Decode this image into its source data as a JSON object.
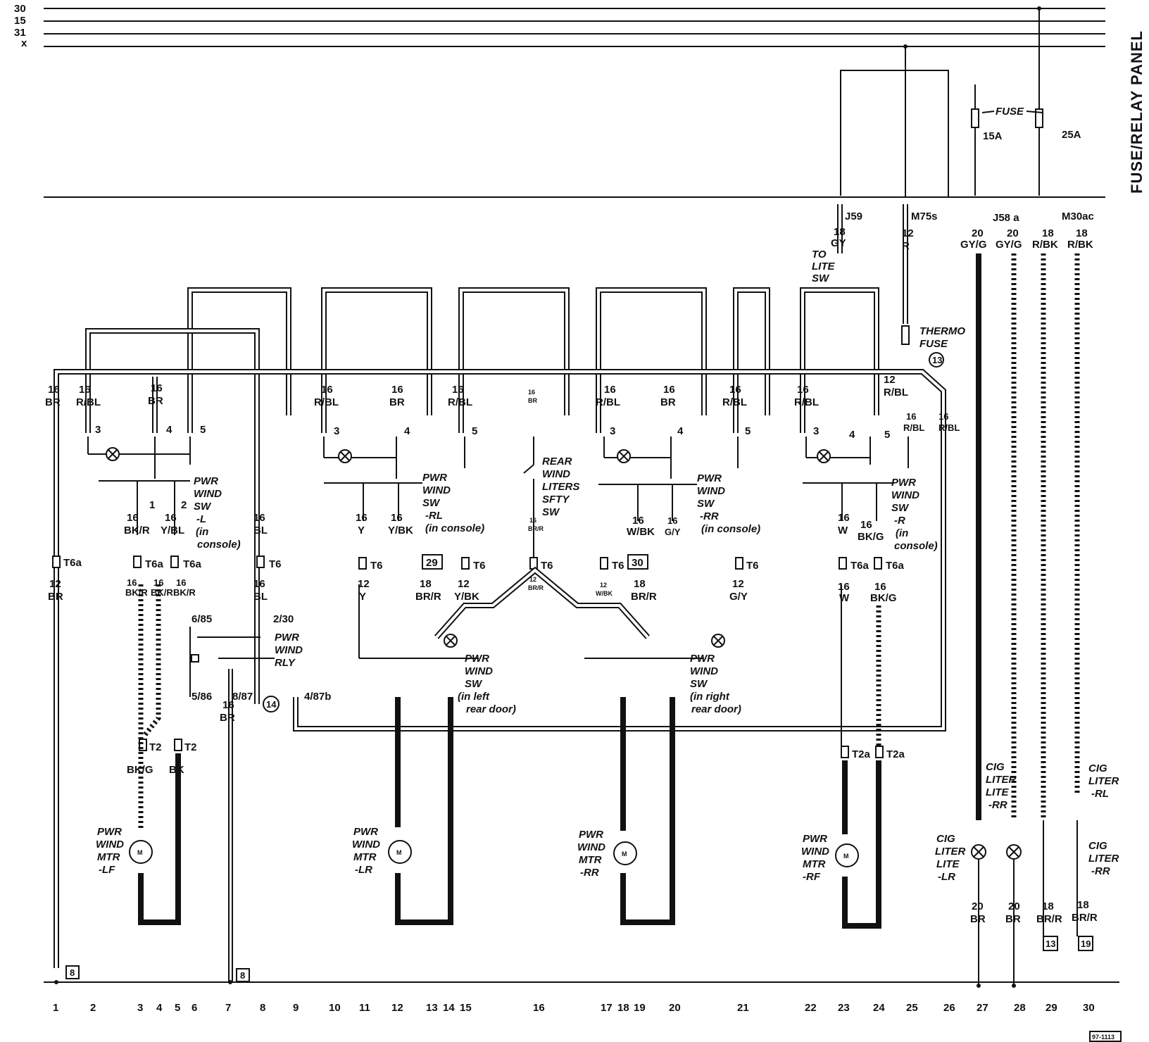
{
  "bus": {
    "lines": [
      "30",
      "15",
      "31",
      "x"
    ]
  },
  "panel_label": "FUSE/RELAY PANEL",
  "fuses": {
    "word": "FUSE",
    "a_rating": "15A",
    "b_rating": "25A"
  },
  "terminals": {
    "j59": "J59",
    "m75s": "M75s",
    "j58a": "J58 a",
    "m30ac": "M30ac"
  },
  "wire_labels": {
    "w18_gy": [
      "18",
      "GY"
    ],
    "w12_r": [
      "12",
      "R"
    ],
    "w20_gyg_a": [
      "20",
      "GY/G"
    ],
    "w20_gyg_b": [
      "20",
      "GY/G"
    ],
    "w18_rbk_a": [
      "18",
      "R/BK"
    ],
    "w18_rbk_b": [
      "18",
      "R/BK"
    ],
    "to_lite_sw": [
      "TO",
      "LITE",
      "SW"
    ],
    "thermo_fuse": [
      "THERMO",
      "FUSE"
    ],
    "thermo_ref": "13",
    "w12_rbl": [
      "12",
      "R/BL"
    ],
    "w16_rbl_r": [
      "16",
      "R/BL"
    ],
    "w16_rbl_far": [
      "16",
      "R/BL"
    ]
  },
  "switch_top": {
    "left": [
      "16",
      "BR",
      "16",
      "R/BL",
      "16",
      "BR"
    ],
    "rl": [
      "16",
      "R/BL",
      "16",
      "BR",
      "16",
      "R/BL"
    ],
    "mid": [
      "16",
      "BR"
    ],
    "rr": [
      "16",
      "R/BL",
      "16",
      "BR",
      "16",
      "R/BL"
    ],
    "right": [
      "16",
      "R/BL"
    ]
  },
  "pin_numbers": [
    "3",
    "4",
    "5",
    "1",
    "2"
  ],
  "switches": {
    "lf": [
      "PWR",
      "WIND",
      "SW",
      "-L",
      "(in",
      "console)"
    ],
    "rl": [
      "PWR",
      "WIND",
      "SW",
      "-RL",
      "(in console)"
    ],
    "safety": [
      "REAR",
      "WIND",
      "LITERS",
      "SFTY",
      "SW"
    ],
    "rr": [
      "PWR",
      "WIND",
      "SW",
      "-RR",
      "(in console)"
    ],
    "r": [
      "PWR",
      "WIND",
      "SW",
      "-R",
      "(in",
      "console)"
    ],
    "left_rear_door": [
      "PWR",
      "WIND",
      "SW",
      "(in left",
      "rear door)"
    ],
    "right_rear_door": [
      "PWR",
      "WIND",
      "SW",
      "(in right",
      "rear door)"
    ],
    "relay": [
      "PWR",
      "WIND",
      "RLY"
    ]
  },
  "connectors": {
    "t6a": "T6a",
    "t6": "T6",
    "t2": "T2",
    "t2a": "T2a"
  },
  "wire_gauges": {
    "br12": [
      "12",
      "BR"
    ],
    "bkr16": [
      "16",
      "BK/R"
    ],
    "ybl16": [
      "16",
      "Y/BL"
    ],
    "bl16": [
      "16",
      "BL"
    ],
    "y16": [
      "16",
      "Y"
    ],
    "ybk16": [
      "16",
      "Y/BK"
    ],
    "brr16": [
      "16",
      "BR/R"
    ],
    "wbk16": [
      "16",
      "W/BK"
    ],
    "gy16": [
      "16",
      "G/Y"
    ],
    "w16": [
      "16",
      "W"
    ],
    "bkg16": [
      "16",
      "BK/G"
    ],
    "y12": [
      "12",
      "Y"
    ],
    "brr18": [
      "18",
      "BR/R"
    ],
    "ybk12": [
      "12",
      "Y/BK"
    ],
    "brr12": [
      "12",
      "BR/R"
    ],
    "wbk12": [
      "12",
      "W/BK"
    ],
    "brr18b": [
      "18",
      "BR/R"
    ],
    "gy12": [
      "12",
      "G/Y"
    ],
    "br16": [
      "16",
      "BR"
    ],
    "bkg": "BK/G",
    "bk": "BK"
  },
  "relay_pins": [
    "6/85",
    "2/30",
    "5/86",
    "8/87",
    "4/87b"
  ],
  "refs": {
    "r14": "14",
    "r29": "29",
    "r30": "30",
    "r8": "8",
    "r13": "13",
    "r19": "19"
  },
  "motors": {
    "lf": [
      "PWR",
      "WIND",
      "MTR",
      "-LF"
    ],
    "lr": [
      "PWR",
      "WIND",
      "MTR",
      "-LR"
    ],
    "rr": [
      "PWR",
      "WIND",
      "MTR",
      "-RR"
    ],
    "rf": [
      "PWR",
      "WIND",
      "MTR",
      "-RF"
    ],
    "symbol": "M"
  },
  "cig": {
    "lite_lr": [
      "CIG",
      "LITER",
      "LITE",
      "-LR"
    ],
    "lite_rr": [
      "CIG",
      "LITER",
      "LITE",
      "-RR"
    ],
    "liter_rl": [
      "CIG",
      "LITER",
      "-RL"
    ],
    "liter_rr": [
      "CIG",
      "LITER",
      "-RR"
    ],
    "w20br_a": [
      "20",
      "BR"
    ],
    "w20br_b": [
      "20",
      "BR"
    ],
    "w18brr_a": [
      "18",
      "BR/R"
    ],
    "w18brr_b": [
      "18",
      "BR/R"
    ]
  },
  "grid_numbers": [
    "1",
    "2",
    "3",
    "4",
    "5",
    "6",
    "7",
    "8",
    "9",
    "10",
    "11",
    "12",
    "13",
    "14",
    "15",
    "16",
    "17",
    "18",
    "19",
    "20",
    "21",
    "22",
    "23",
    "24",
    "25",
    "26",
    "27",
    "28",
    "29",
    "30"
  ],
  "diagram_code": "97-1113"
}
